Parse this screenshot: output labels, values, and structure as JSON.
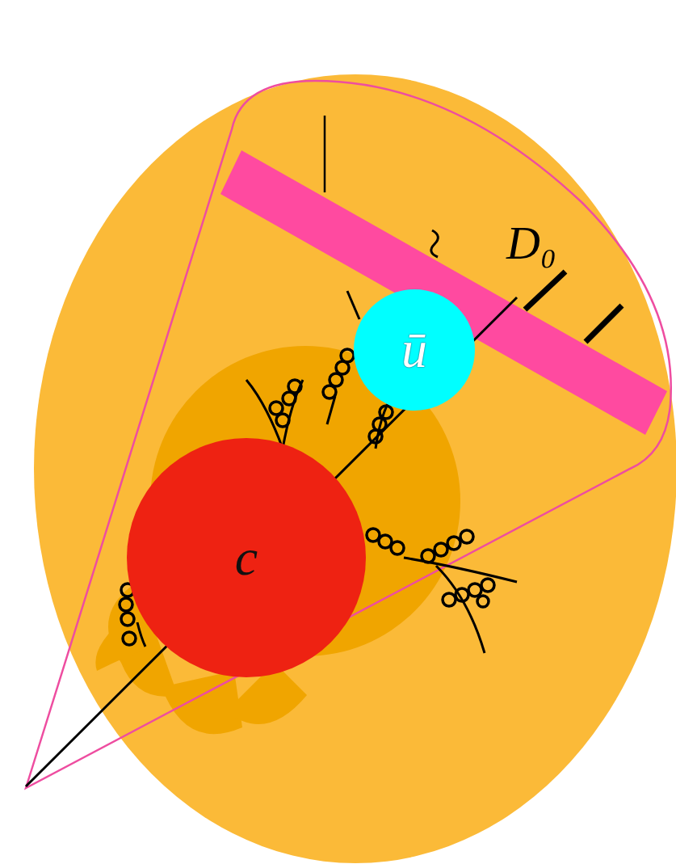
{
  "diagram": {
    "nodes": [
      {
        "text": [
          "ū"
        ]
      },
      {
        "text": [
          "c"
        ]
      }
    ],
    "labels": [
      "D₀"
    ]
  }
}
